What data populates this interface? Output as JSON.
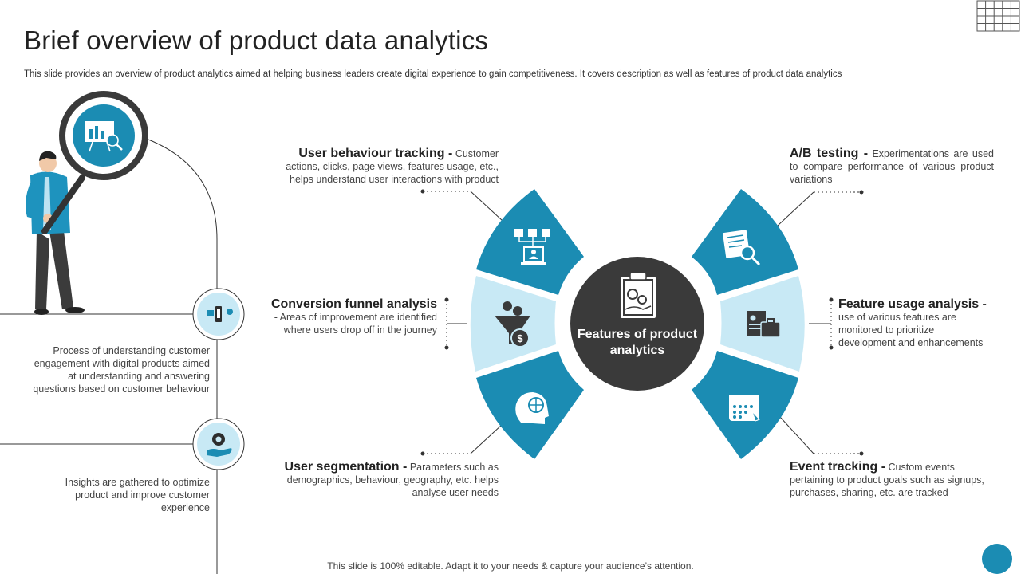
{
  "slide": {
    "title": "Brief overview of product data analytics",
    "subtitle": "This slide provides an overview of product analytics aimed at helping business leaders create digital experience to gain competitiveness. It covers description as well as features of product data analytics",
    "footer": "This slide is 100% editable. Adapt it to your needs & capture your audience’s attention."
  },
  "left_panel": {
    "items": [
      {
        "icon": "web-analytics-icon",
        "text": "Process of understanding customer engagement with digital products aimed at understanding and answering questions based on customer behaviour"
      },
      {
        "icon": "hand-gear-icon",
        "text": "Insights are gathered to optimize product and improve customer experience"
      }
    ]
  },
  "center": {
    "label": "Features of product analytics",
    "icon": "clipboard-gears-icon"
  },
  "features": {
    "user_behaviour": {
      "heading": "User behaviour tracking -",
      "text": "Customer actions, clicks, page views, features usage, etc., helps understand user interactions with product",
      "icon": "user-flow-icon"
    },
    "conversion_funnel": {
      "heading": "Conversion funnel analysis",
      "text": "- Areas of improvement are identified where users drop off in the journey",
      "icon": "funnel-dollar-icon"
    },
    "user_segmentation": {
      "heading": "User segmentation -",
      "text": "Parameters such as demographics, behaviour, geography, etc. helps analyse user needs",
      "icon": "head-segments-icon"
    },
    "ab_testing": {
      "heading": "A/B testing -",
      "text": "Experimentations are used to compare performance of various product variations",
      "icon": "document-search-icon"
    },
    "feature_usage": {
      "heading": "Feature usage analysis -",
      "text": "use of various features are monitored to prioritize development and enhancements",
      "icon": "profile-briefcase-icon"
    },
    "event_tracking": {
      "heading": "Event tracking -",
      "text": "Custom events pertaining to product goals such as signups, purchases, sharing, etc. are tracked",
      "icon": "calendar-icon"
    }
  },
  "colors": {
    "primary": "#1b8cb3",
    "light": "#c8e9f5",
    "dark": "#3a3a3a"
  }
}
